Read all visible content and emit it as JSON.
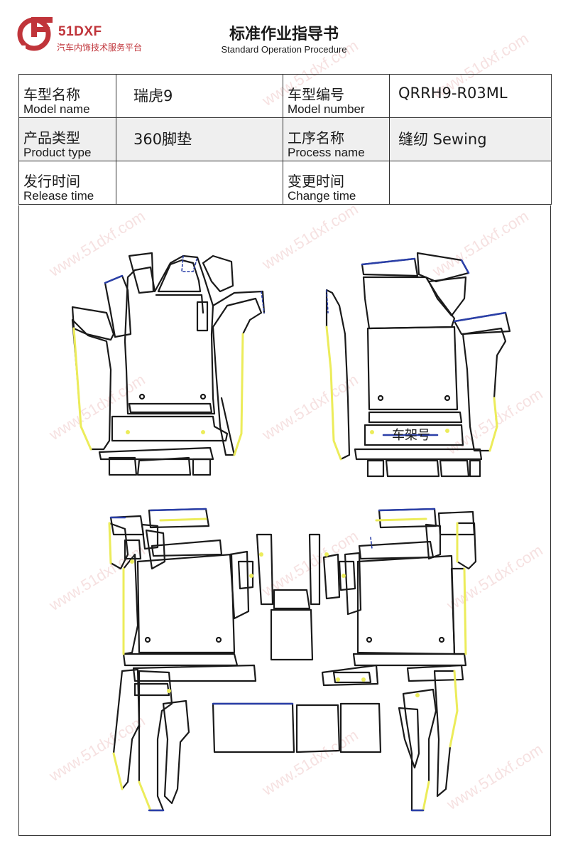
{
  "header": {
    "brand": "51DXF",
    "brand_sub": "汽车内饰技术服务平台",
    "title": "标准作业指导书",
    "subtitle": "Standard Operation Procedure"
  },
  "info": {
    "model_name_zh": "车型名称",
    "model_name_en": "Model name",
    "model_name_value": "瑞虎9",
    "model_number_zh": "车型编号",
    "model_number_en": "Model number",
    "model_number_value": "QRRH9-R03ML",
    "product_type_zh": "产品类型",
    "product_type_en": "Product type",
    "product_type_value": "360脚垫",
    "process_name_zh": "工序名称",
    "process_name_en": "Process name",
    "process_name_value": "缝纫 Sewing",
    "release_time_zh": "发行时间",
    "release_time_en": "Release time",
    "release_time_value": "",
    "change_time_zh": "变更时间",
    "change_time_en": "Change time",
    "change_time_value": ""
  },
  "drawing": {
    "frame_number_label": "车架号"
  },
  "watermark": "www.51dxf.com",
  "colors": {
    "brand_red": "#c0343a",
    "outline": "#1a1a1a",
    "edge_yellow": "#ecec5a",
    "edge_blue": "#2a3fa8",
    "watermark": "#d67878"
  }
}
